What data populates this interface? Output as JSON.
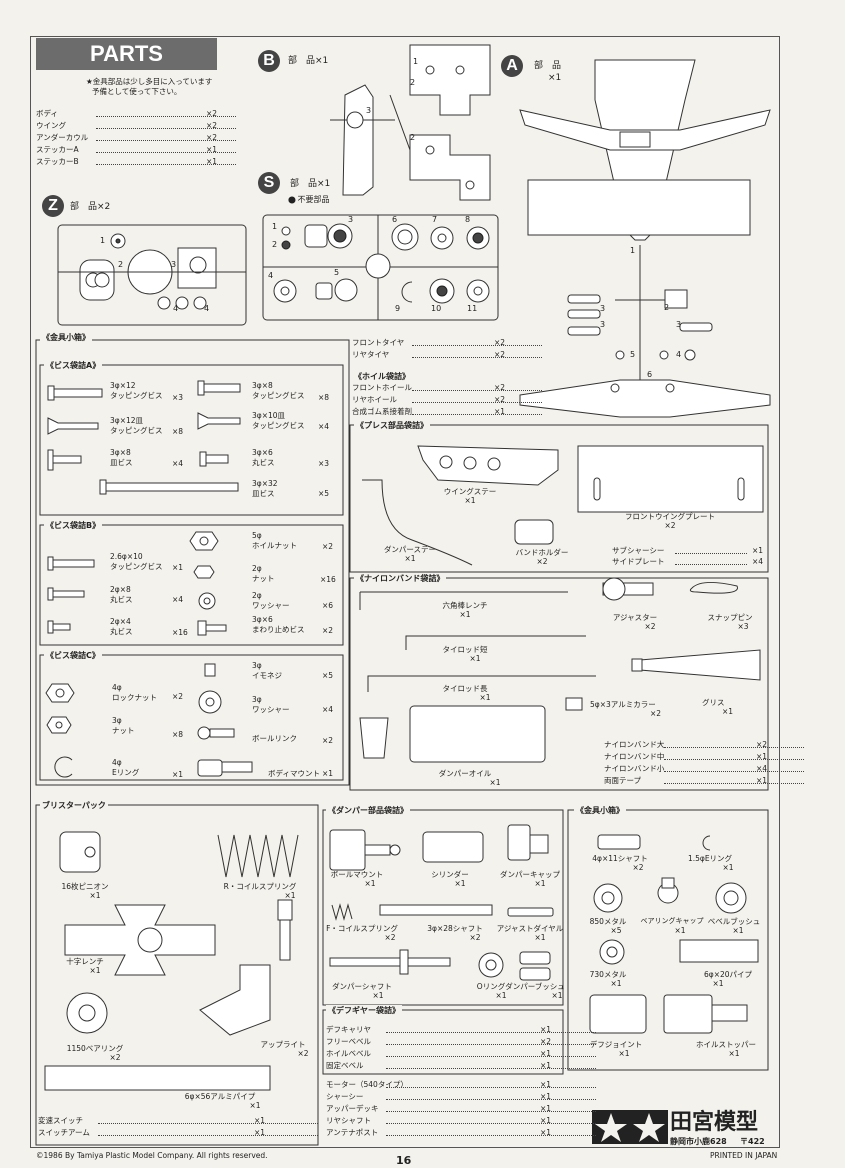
{
  "title": "PARTS",
  "note": [
    "★金具部品は少し多目に入っています",
    "予備として使って下さい。"
  ],
  "body_parts": [
    {
      "name": "ボディ",
      "qty": "×2"
    },
    {
      "name": "ウイング",
      "qty": "×2"
    },
    {
      "name": "アンダーカウル",
      "qty": "×2"
    },
    {
      "name": "ステッカーA",
      "qty": "×1"
    },
    {
      "name": "ステッカーB",
      "qty": "×1"
    }
  ],
  "trees": {
    "b": {
      "letter": "B",
      "label": "部　品×1"
    },
    "a": {
      "letter": "A",
      "label": "部　品",
      "qty": "×1"
    },
    "s": {
      "letter": "S",
      "label": "部　品×1",
      "unused": "● 不要部品"
    },
    "z": {
      "letter": "Z",
      "label": "部　品×2"
    }
  },
  "hardware_box": {
    "title": "《金具小箱》"
  },
  "screw_a": {
    "title": "《ビス袋詰A》",
    "items": [
      {
        "spec": "3φ×12",
        "name": "タッピングビス",
        "qty": "×3"
      },
      {
        "spec": "3φ×8",
        "name": "タッピングビス",
        "qty": "×8"
      },
      {
        "spec": "3φ×12皿",
        "name": "タッピングビス",
        "qty": "×8"
      },
      {
        "spec": "3φ×10皿",
        "name": "タッピングビス",
        "qty": "×4"
      },
      {
        "spec": "3φ×8",
        "name": "皿ビス",
        "qty": "×4"
      },
      {
        "spec": "3φ×6",
        "name": "丸ビス",
        "qty": "×3"
      },
      {
        "spec": "3φ×32",
        "name": "皿ビス",
        "qty": "×5"
      }
    ]
  },
  "screw_b": {
    "title": "《ビス袋詰B》",
    "items": [
      {
        "spec": "2.6φ×10",
        "name": "タッピングビス",
        "qty": "×1"
      },
      {
        "spec": "5φ",
        "name": "ホイルナット",
        "qty": "×2"
      },
      {
        "spec": "2φ",
        "name": "ナット",
        "qty": "×16"
      },
      {
        "spec": "2φ×8",
        "name": "丸ビス",
        "qty": "×4"
      },
      {
        "spec": "2φ",
        "name": "ワッシャー",
        "qty": "×6"
      },
      {
        "spec": "2φ×4",
        "name": "丸ビス",
        "qty": "×16"
      },
      {
        "spec": "3φ×6",
        "name": "まわり止めビス",
        "qty": "×2"
      }
    ]
  },
  "screw_c": {
    "title": "《ビス袋詰C》",
    "items": [
      {
        "spec": "3φ",
        "name": "イモネジ",
        "qty": "×5"
      },
      {
        "spec": "4φ",
        "name": "ロックナット",
        "qty": "×2"
      },
      {
        "spec": "3φ",
        "name": "ワッシャー",
        "qty": "×4"
      },
      {
        "spec": "3φ",
        "name": "ナット",
        "qty": "×8"
      },
      {
        "spec": "",
        "name": "ボールリンク",
        "qty": "×2"
      },
      {
        "spec": "4φ",
        "name": "Eリング",
        "qty": "×1"
      },
      {
        "spec": "",
        "name": "ボディマウント",
        "qty": "×1"
      }
    ]
  },
  "tires": [
    {
      "name": "フロントタイヤ",
      "qty": "×2"
    },
    {
      "name": "リヤタイヤ",
      "qty": "×2"
    }
  ],
  "wheel_bag": {
    "title": "《ホイル袋詰》",
    "items": [
      {
        "name": "フロントホイール",
        "qty": "×2"
      },
      {
        "name": "リヤホイール",
        "qty": "×2"
      },
      {
        "name": "合成ゴム系接着剤",
        "qty": "×1"
      }
    ]
  },
  "press_bag": {
    "title": "《プレス部品袋詰》",
    "wing_stay": "ウイングステー",
    "wing_stay_qty": "×1",
    "front_plate": "フロントウイングプレート",
    "front_plate_qty": "×2",
    "damper_stay": "ダンパーステー",
    "damper_stay_qty": "×1",
    "band_holder": "バンドホルダー",
    "band_holder_qty": "×2",
    "sub_chassis": "サブシャーシー",
    "sub_chassis_qty": "×1",
    "side_plate": "サイドプレート",
    "side_plate_qty": "×4"
  },
  "nylon_bag": {
    "title": "《ナイロンバンド袋詰》",
    "hex_wrench": "六角棒レンチ",
    "hex_wrench_qty": "×1",
    "adjuster": "アジャスター",
    "adjuster_qty": "×2",
    "snap_pin": "スナップピン",
    "snap_pin_qty": "×3",
    "tierod_short": "タイロッド短",
    "tierod_short_qty": "×1",
    "tierod_long": "タイロッド長",
    "tierod_long_qty": "×1",
    "collar": "5φ×3アルミカラー",
    "collar_qty": "×2",
    "grease": "グリス",
    "grease_qty": "×1",
    "damper_oil": "ダンパーオイル",
    "damper_oil_qty": "×1",
    "list": [
      {
        "name": "ナイロンバンド大",
        "qty": "×2"
      },
      {
        "name": "ナイロンバンド中",
        "qty": "×1"
      },
      {
        "name": "ナイロンバンド小",
        "qty": "×4"
      },
      {
        "name": "両面テープ",
        "qty": "×1"
      }
    ]
  },
  "blister": {
    "title": "ブリスターパック",
    "pinion": "16枚ピニオン",
    "pinion_qty": "×1",
    "r_spring": "R・コイルスプリング",
    "r_spring_qty": "×1",
    "cross_wrench": "十字レンチ",
    "cross_wrench_qty": "×1",
    "bearing": "1150ベアリング",
    "bearing_qty": "×2",
    "upright": "アップライト",
    "upright_qty": "×2",
    "pipe": "6φ×56アルミパイプ",
    "pipe_qty": "×1",
    "list": [
      {
        "name": "変速スイッチ",
        "qty": "×1"
      },
      {
        "name": "スイッチアーム",
        "qty": "×1"
      }
    ]
  },
  "damper_bag": {
    "title": "《ダンパー部品袋詰》",
    "ball_mount": "ボールマウント",
    "ball_mount_qty": "×1",
    "cylinder": "シリンダー",
    "cylinder_qty": "×1",
    "damper_cap": "ダンパーキャップ",
    "damper_cap_qty": "×1",
    "f_spring": "F・コイルスプリング",
    "f_spring_qty": "×2",
    "shaft28": "3φ×28シャフト",
    "shaft28_qty": "×2",
    "adj_dial": "アジャストダイヤル",
    "adj_dial_qty": "×1",
    "damper_shaft": "ダンパーシャフト",
    "damper_shaft_qty": "×1",
    "o_ring": "Oリング",
    "o_ring_qty": "×1",
    "damper_bush": "ダンパーブッシュ",
    "damper_bush_qty": "×1"
  },
  "diff_bag": {
    "title": "《デフギヤー袋詰》",
    "items": [
      {
        "name": "デフキャリヤ",
        "qty": "×1"
      },
      {
        "name": "フリーベベル",
        "qty": "×2"
      },
      {
        "name": "ホイルベベル",
        "qty": "×1"
      },
      {
        "name": "固定ベベル",
        "qty": "×1"
      }
    ]
  },
  "misc_list": [
    {
      "name": "モーター（540タイプ）",
      "qty": "×1"
    },
    {
      "name": "シャーシー",
      "qty": "×1"
    },
    {
      "name": "アッパーデッキ",
      "qty": "×1"
    },
    {
      "name": "リヤシャフト",
      "qty": "×1"
    },
    {
      "name": "アンテナポスト",
      "qty": "×1"
    }
  ],
  "metal_box": {
    "title": "《金具小箱》",
    "shaft11": "4φ×11シャフト",
    "shaft11_qty": "×2",
    "e_ring": "1.5φEリング",
    "e_ring_qty": "×1",
    "metal850": "850メタル",
    "metal850_qty": "×5",
    "bearing_cap": "ベアリングキャップ",
    "bearing_cap_qty": "×1",
    "bevel_bush": "ベベルブッシュ",
    "bevel_bush_qty": "×1",
    "metal730": "730メタル",
    "metal730_qty": "×1",
    "pipe20": "6φ×20パイプ",
    "pipe20_qty": "×1",
    "diff_joint": "デフジョイント",
    "diff_joint_qty": "×1",
    "wheel_stopper": "ホイルストッパー",
    "wheel_stopper_qty": "×1"
  },
  "footer": {
    "copyright": "©1986 By Tamiya Plastic Model Company. All rights reserved.",
    "page": "16",
    "printed": "PRINTED IN JAPAN",
    "brand": "田宮模型",
    "address": "静岡市小鹿628",
    "postal": "〒422"
  },
  "tree_numbers": {
    "b": [
      "1",
      "3",
      "2",
      "2"
    ],
    "s": [
      "1",
      "2",
      "3",
      "6",
      "7",
      "8",
      "4",
      "5",
      "9",
      "10",
      "11"
    ],
    "z": [
      "1",
      "2",
      "3",
      "4",
      "4"
    ],
    "a": [
      "1",
      "2",
      "3",
      "3",
      "5",
      "4",
      "6",
      "3"
    ]
  }
}
